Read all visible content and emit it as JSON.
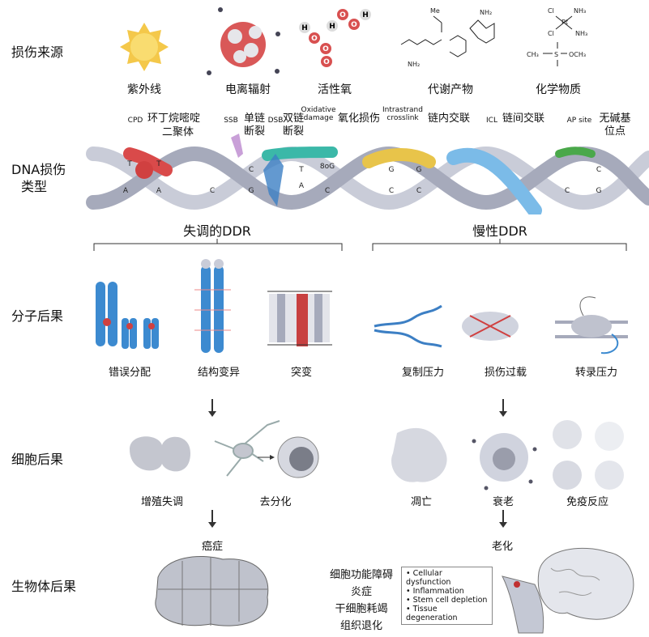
{
  "row_labels": {
    "source": "损伤来源",
    "dna_damage": "DNA损伤\n类型",
    "dna_damage_1": "DNA损伤",
    "dna_damage_2": "类型",
    "molecular": "分子后果",
    "cellular": "细胞后果",
    "organismal": "生物体后果"
  },
  "sources": [
    "紫外线",
    "电离辐射",
    "活性氧",
    "代谢产物",
    "化学物质"
  ],
  "damage_types": [
    {
      "abbr": "CPD",
      "label": "环丁烷嘧啶二聚体",
      "l1": "环丁烷嘧啶",
      "l2": "二聚体"
    },
    {
      "abbr": "SSB",
      "label": "单链断裂",
      "l1": "单链",
      "l2": "断裂"
    },
    {
      "abbr": "DSB",
      "label": "双链断裂",
      "l1": "双链",
      "l2": "断裂"
    },
    {
      "abbr": "Oxidative damage",
      "a1": "Oxidative",
      "a2": "damage",
      "label": "氧化损伤"
    },
    {
      "abbr": "Intrastrand crosslink",
      "a1": "Intrastrand",
      "a2": "crosslink",
      "label": "链内交联"
    },
    {
      "abbr": "ICL",
      "label": "链间交联"
    },
    {
      "abbr": "AP site",
      "label": "无碱基位点",
      "l1": "无碱基",
      "l2": "位点"
    }
  ],
  "bases": {
    "cpd_top": [
      "T",
      "T"
    ],
    "cpd_bottom": [
      "A",
      "A"
    ],
    "c1": "C",
    "ssb": [
      "C",
      "G"
    ],
    "ox": [
      "T",
      "A",
      "8oG",
      "C"
    ],
    "icl": [
      "G",
      "G",
      "C",
      "C"
    ],
    "ap": [
      "C",
      "C",
      "G"
    ]
  },
  "ddr": {
    "left": "失调的DDR",
    "right": "慢性DDR"
  },
  "molecular": [
    "错误分配",
    "结构变异",
    "突变",
    "复制压力",
    "损伤过载",
    "转录压力"
  ],
  "cellular": [
    "增殖失调",
    "去分化",
    "凋亡",
    "衰老",
    "免疫反应"
  ],
  "organismal": {
    "cancer": "癌症",
    "aging": "老化",
    "zh_list": [
      "细胞功能障碍",
      "炎症",
      "干细胞耗竭",
      "组织退化"
    ],
    "en_list": [
      "Cellular dysfunction",
      "Inflammation",
      "Stem cell depletion",
      "Tissue degeneration"
    ]
  },
  "chem": {
    "cl1": "Cl",
    "cl2": "Cl",
    "nh3a": "NH₃",
    "nh3b": "NH₃",
    "pt": "Pt",
    "ch3": "CH₃",
    "s": "S",
    "och3": "OCH₃",
    "nh2": "NH₂",
    "me": "Me"
  },
  "colors": {
    "helix": "#c9ccd8",
    "red": "#d94a4a",
    "blue": "#3c7fc4",
    "yellow": "#e8c44a",
    "teal": "#3bb8a8",
    "green": "#4aa84a",
    "purple": "#c9a0d8"
  }
}
